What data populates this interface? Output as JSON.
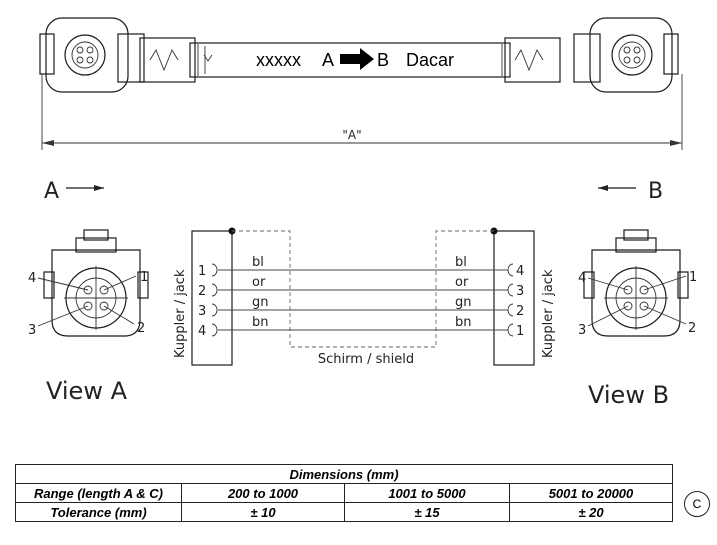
{
  "cable": {
    "print_prefix": "xxxxx",
    "print_from": "A",
    "print_to": "B",
    "print_brand": "Dacar",
    "length_label": "\"A\""
  },
  "views": {
    "a_arrow_label": "A",
    "b_arrow_label": "B",
    "view_a": "View A",
    "view_b": "View B"
  },
  "pins_view_a": [
    "1",
    "2",
    "3",
    "4"
  ],
  "pins_view_b": [
    "1",
    "2",
    "3",
    "4"
  ],
  "schematic": {
    "left_jack_label": "Kuppler / jack",
    "right_jack_label": "Kuppler / jack",
    "left_pins": [
      "1",
      "2",
      "3",
      "4"
    ],
    "right_pins": [
      "4",
      "3",
      "2",
      "1"
    ],
    "wire_colors_left": [
      "bl",
      "or",
      "gn",
      "bn"
    ],
    "wire_colors_right": [
      "bl",
      "or",
      "gn",
      "bn"
    ],
    "shield_label": "Schirm / shield"
  },
  "table": {
    "header": "Dimensions (mm)",
    "row1_label": "Range (length A & C)",
    "row1": [
      "200 to 1000",
      "1001 to 5000",
      "5001 to 20000"
    ],
    "row2_label": "Tolerance (mm)",
    "row2": [
      "± 10",
      "± 15",
      "± 20"
    ]
  },
  "revision": "C"
}
